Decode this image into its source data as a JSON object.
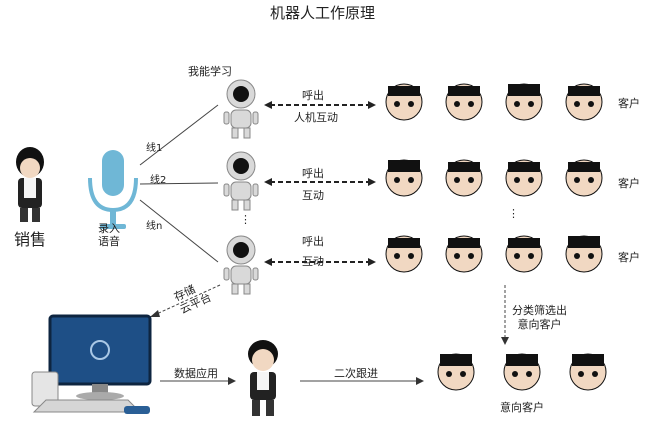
{
  "title": "机器人工作原理",
  "left": {
    "sales_label": "销售",
    "mic_label": "录入语音"
  },
  "lines": [
    "线1",
    "线2",
    "线n"
  ],
  "robots": {
    "top_label": "我能学习",
    "dots": "⋮"
  },
  "rows": [
    {
      "call": "呼出",
      "interact": "人机互动",
      "customers_label": "客户"
    },
    {
      "call": "呼出",
      "interact": "互动",
      "customers_label": "客户"
    },
    {
      "call": "呼出",
      "interact": "互动",
      "customers_label": "客户"
    }
  ],
  "customer_dots": "⋮",
  "storage_label": "存储\n云平台",
  "filter_label": "分类筛选出\n意向客户",
  "data_app_label": "数据应用",
  "follow_up_label": "二次跟进",
  "intent_customers_label": "意向客户",
  "colors": {
    "mic": "#6fb7d6",
    "screen": "#1e4f86",
    "arrow": "#333333",
    "robot_body": "#d9d9d9",
    "robot_eye": "#111111"
  }
}
